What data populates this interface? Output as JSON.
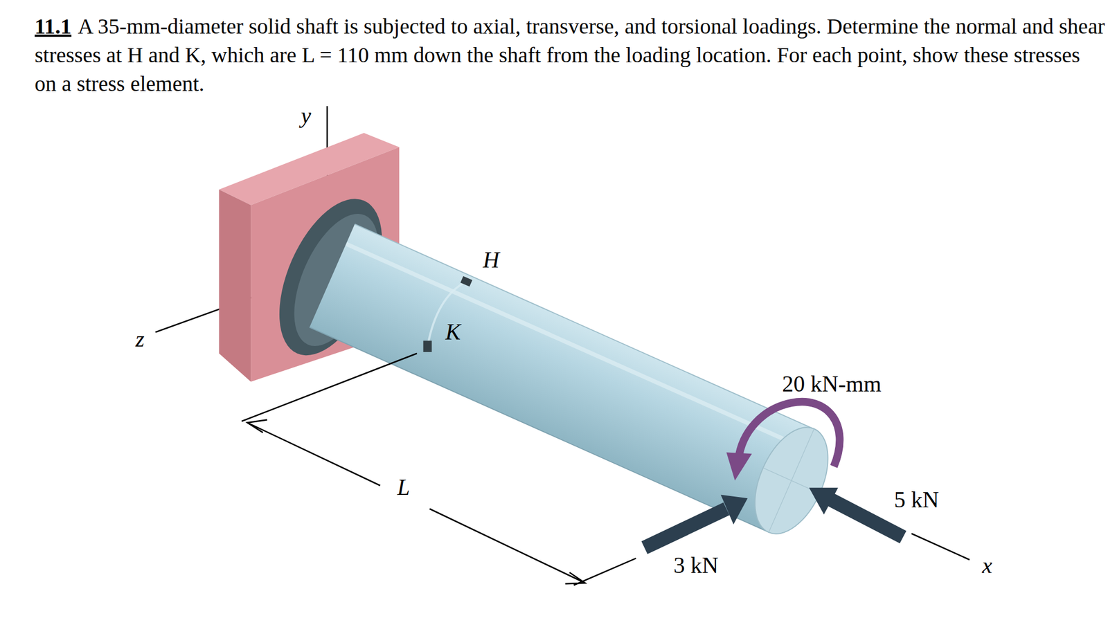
{
  "diagram": {
    "labels": [
      "11.1",
      "A 35-mm-diameter solid shaft is subjected to axial, transverse, and torsional loadings. Determine the normal and shear stresses at H and K, which are L = 110 mm down the shaft from the loading location. For each point, show these stresses on a stress element.",
      "y",
      "z",
      "H",
      "K",
      "20 kN-mm",
      "L",
      "3 kN",
      "5 kN",
      "x"
    ]
  }
}
